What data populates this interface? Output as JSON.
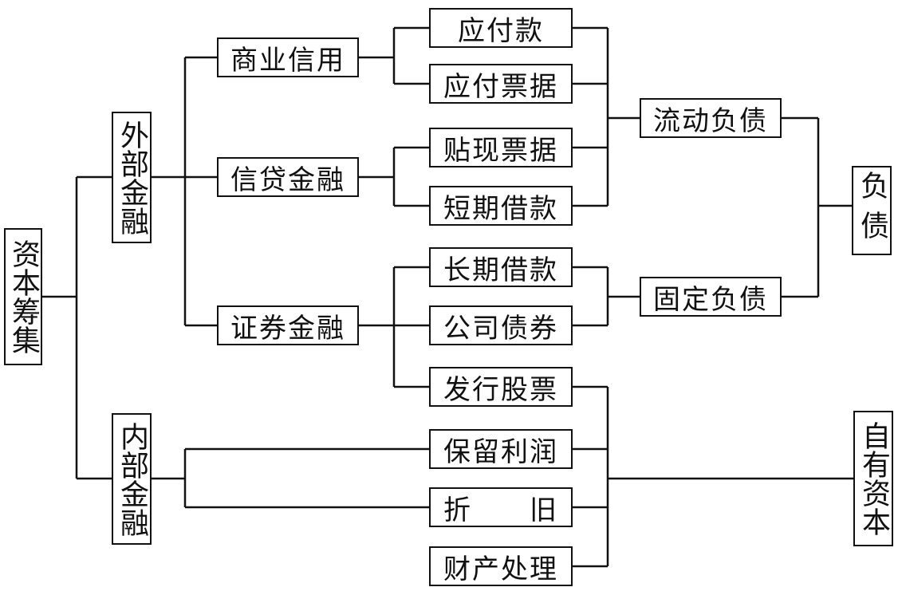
{
  "root": "资本筹集",
  "sources": {
    "external": "外部金融",
    "internal": "内部金融"
  },
  "methods": {
    "commercial_credit": "商业信用",
    "credit_finance": "信贷金融",
    "securities_finance": "证券金融"
  },
  "instruments": {
    "accounts_payable": "应付款",
    "notes_payable": "应付票据",
    "discounted_notes": "贴现票据",
    "short_term_loans": "短期借款",
    "long_term_loans": "长期借款",
    "corporate_bonds": "公司债券",
    "issue_stock": "发行股票",
    "retained_earnings": "保留利润",
    "depreciation": "折　　旧",
    "property_disposal": "财产处理"
  },
  "liability_types": {
    "current": "流动负债",
    "fixed": "固定负债"
  },
  "outcomes": {
    "liabilities": "负债",
    "equity": "自有资本"
  }
}
